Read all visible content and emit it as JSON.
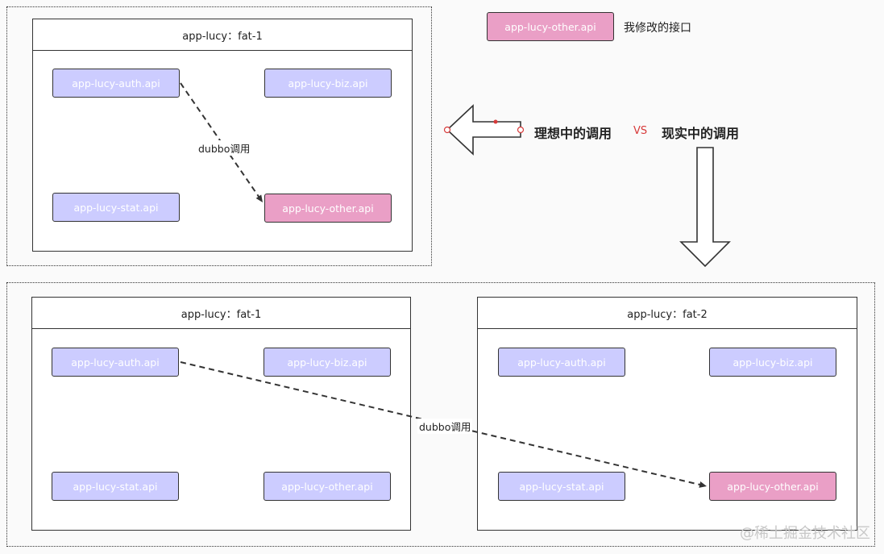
{
  "legend": {
    "swatch_label": "app-lucy-other.api",
    "description": "我修改的接口"
  },
  "compare": {
    "ideal": "理想中的调用",
    "vs": "VS",
    "real": "现实中的调用"
  },
  "top": {
    "env": {
      "title": "app-lucy：fat-1",
      "services": {
        "auth": "app-lucy-auth.api",
        "biz": "app-lucy-biz.api",
        "stat": "app-lucy-stat.api",
        "other": "app-lucy-other.api"
      }
    },
    "edge_label": "dubbo调用"
  },
  "bottom": {
    "env1": {
      "title": "app-lucy：fat-1",
      "services": {
        "auth": "app-lucy-auth.api",
        "biz": "app-lucy-biz.api",
        "stat": "app-lucy-stat.api",
        "other": "app-lucy-other.api"
      }
    },
    "env2": {
      "title": "app-lucy：fat-2",
      "services": {
        "auth": "app-lucy-auth.api",
        "biz": "app-lucy-biz.api",
        "stat": "app-lucy-stat.api",
        "other": "app-lucy-other.api"
      }
    },
    "edge_label": "dubbo调用"
  },
  "colors": {
    "normal": "#ccccff",
    "modified": "#ea9fc6",
    "vs": "#d73a3a"
  },
  "watermark": "@稀土掘金技术社区"
}
